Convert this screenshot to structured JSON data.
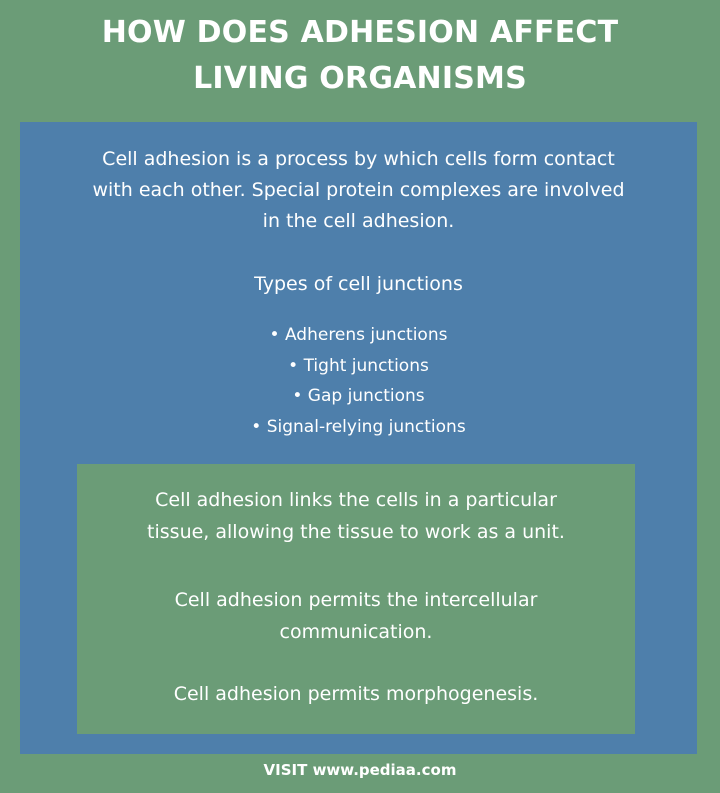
{
  "title": {
    "line1": "HOW DOES ADHESION AFFECT",
    "line2": "LIVING ORGANISMS"
  },
  "intro": {
    "line1": "Cell adhesion is a process by which cells form contact",
    "line2": "with each other. Special protein complexes are involved",
    "line3": "in the cell adhesion."
  },
  "types_heading": "Types of cell junctions",
  "junctions": [
    "• Adherens junctions",
    "• Tight junctions",
    "• Gap junctions",
    "• Signal-relying junctions"
  ],
  "effects": {
    "p1_line1": "Cell adhesion links the cells in a particular",
    "p1_line2": "tissue, allowing the tissue to work as a unit.",
    "p2_line1": "Cell adhesion permits the intercellular",
    "p2_line2": "communication.",
    "p3_line1": "Cell adhesion permits morphogenesis."
  },
  "footer": "VISIT www.pediaa.com",
  "colors": {
    "background_green": "#6b9c77",
    "panel_blue": "#4e7fab",
    "text": "#ffffff"
  }
}
